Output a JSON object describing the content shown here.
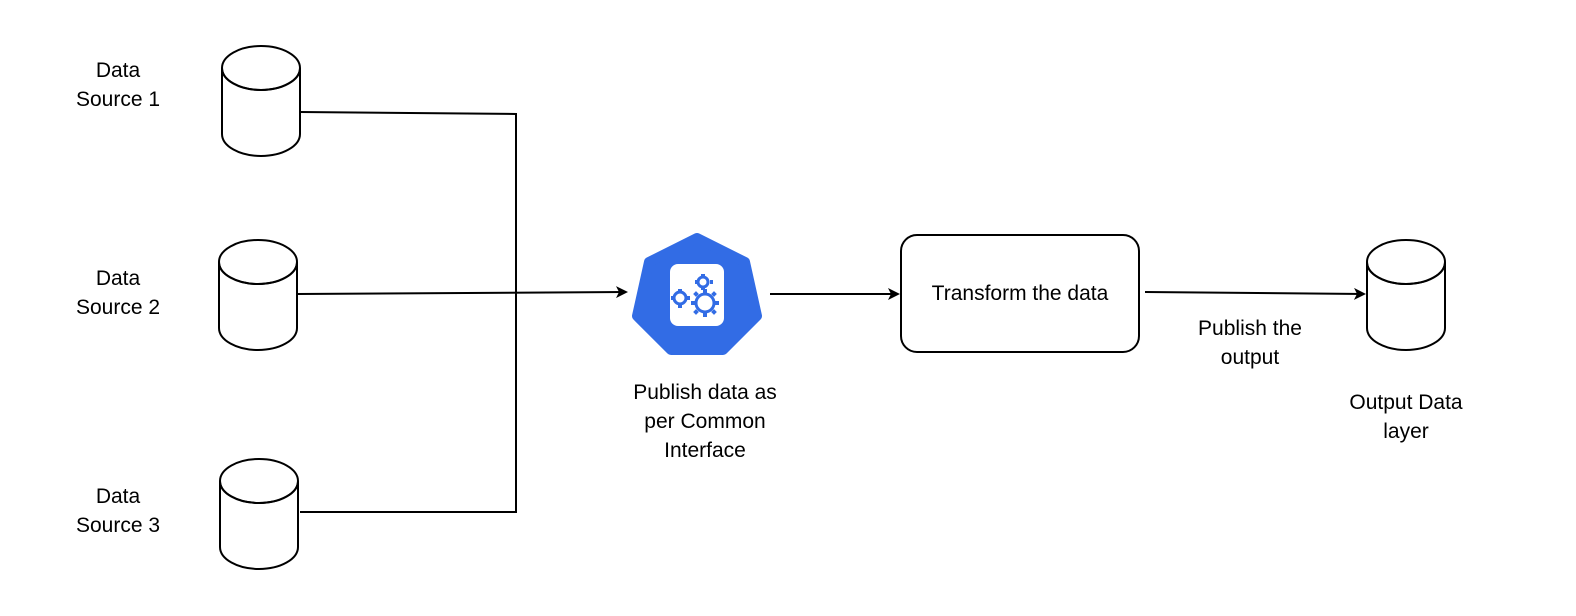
{
  "nodes": {
    "source_1": {
      "label": "Data\nSource 1"
    },
    "source_2": {
      "label": "Data\nSource 2"
    },
    "source_3": {
      "label": "Data\nSource 3"
    },
    "publisher": {
      "label": "Publish data as\nper Common\nInterface",
      "icon": "kubernetes-gear-icon",
      "color": "#326CE5"
    },
    "transform": {
      "label": "Transform the data"
    },
    "output_layer": {
      "label": "Output Data\nlayer"
    }
  },
  "edges": {
    "publish_output": {
      "label": "Publish the\noutput"
    }
  }
}
